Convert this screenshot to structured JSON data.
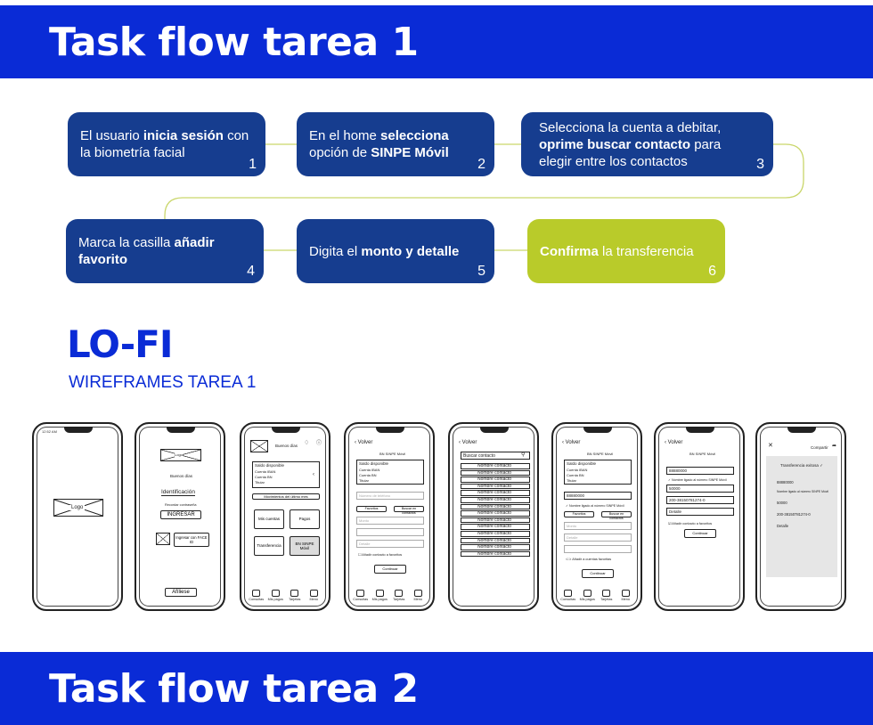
{
  "headers": {
    "tarea1": "Task flow tarea 1",
    "tarea2": "Task flow tarea 2"
  },
  "steps": [
    {
      "num": "1",
      "pre": "El usuario ",
      "bold": "inicia sesión",
      "post": " con la biometría facial"
    },
    {
      "num": "2",
      "pre": "En el home ",
      "bold": "selecciona",
      "post": " opción de ",
      "bold2": "SINPE Móvil"
    },
    {
      "num": "3",
      "pre": "Selecciona la cuenta a debitar, ",
      "bold": "oprime buscar contacto",
      "post": " para elegir entre los contactos"
    },
    {
      "num": "4",
      "pre": "Marca la casilla ",
      "bold": "añadir favorito",
      "post": ""
    },
    {
      "num": "5",
      "pre": "Digita el ",
      "bold": "monto y detalle",
      "post": ""
    },
    {
      "num": "6",
      "pre": "",
      "bold": "Confirma",
      "post": " la transferencia"
    }
  ],
  "lofi": {
    "title": "LO-FI",
    "subtitle": "WIREFRAMES TAREA 1"
  },
  "colors": {
    "brand_blue": "#0a2bd6",
    "step_navy": "#163d8f",
    "step_done": "#b9cb2a",
    "connector": "#c9d66a"
  },
  "wireframes": {
    "status_time": "12:52 AM",
    "logo": "Logo",
    "login": {
      "greeting": "Buenos días",
      "id_label": "Identificación",
      "remember": "Recordar contraseña",
      "enter": "INGRESAR",
      "face_id": "Ingresar con FACE ID",
      "signup": "Afíliese"
    },
    "home": {
      "greeting": "Buenos días",
      "balance_title": "Saldo disponible",
      "account_iban": "Cuenta IBAN",
      "account_bn": "Cuenta BN",
      "holder": "Titular",
      "movements": "Movimientos del último mes",
      "tiles": [
        "Mis cuentas",
        "Pagos",
        "Transferencia",
        "BN SINPE Móvil"
      ]
    },
    "tabs": [
      "Consultas",
      "Mis pagos",
      "Tarjetas",
      "Menú"
    ],
    "back": "Volver",
    "sinpe_title": "BN SINPE Móvil",
    "phone_placeholder": "Número de teléfono",
    "favorites": "Favoritos",
    "search_contacts": "Buscar en contactos",
    "amount": "Monto",
    "detail": "Detalle",
    "add_favorites": "Añadir contacto a favoritos",
    "add_favorites_alt": "Añadir a cuentas favoritas",
    "continue": "Continuar",
    "search_contact": "Buscar contacto",
    "contact_name": "Nombre contacto",
    "phone_number": "88880000",
    "name_line": "Nombre ligado al número SINPE Móvil",
    "amount_value": "50000",
    "iban_value": "200-38150781274-0",
    "share": "Compartir",
    "success": "Transferencia exitosa",
    "detail_label": "Detalle"
  }
}
